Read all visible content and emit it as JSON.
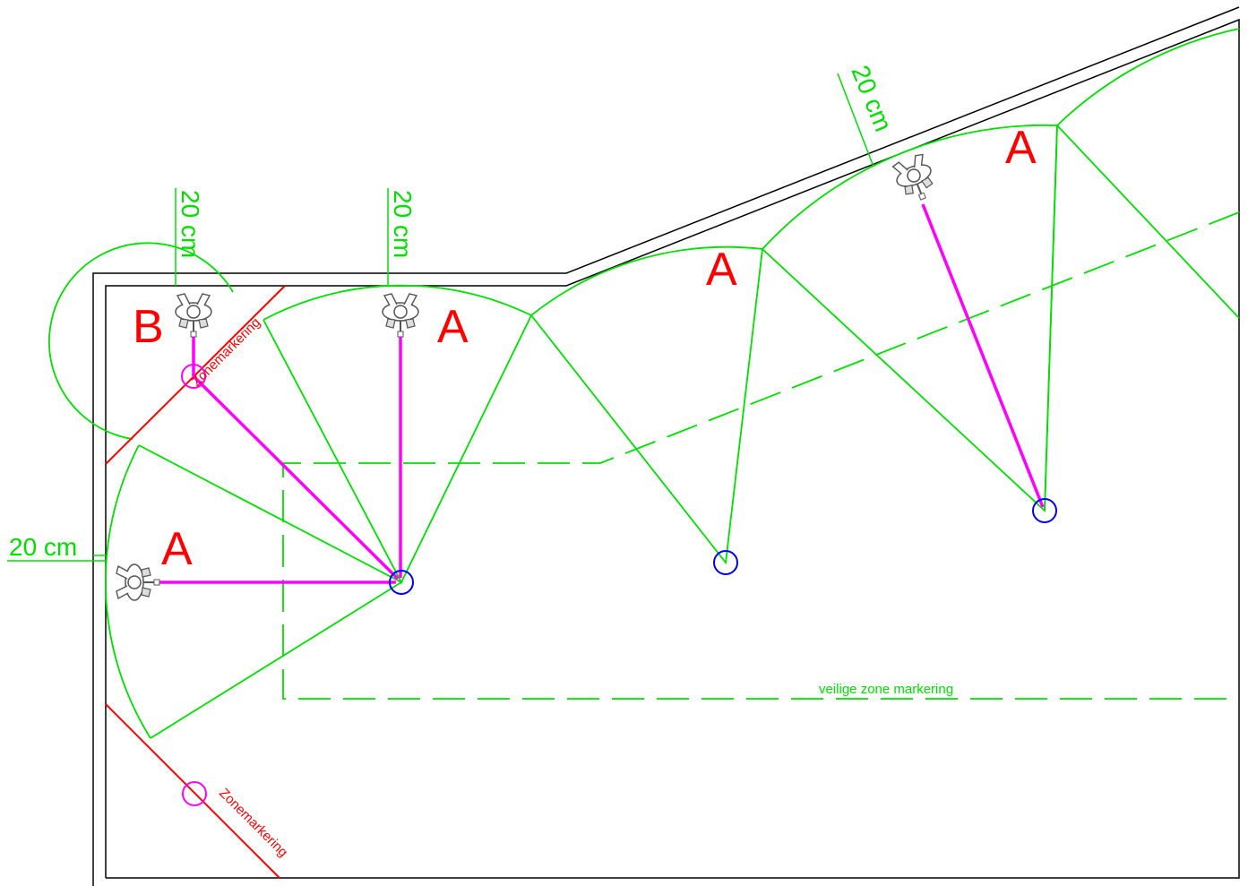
{
  "labels": {
    "zone_a": "A",
    "zone_b": "B",
    "dimension": "20 cm",
    "zone_marking": "Zonemarkering",
    "safe_zone_marking": "veilige zone markering"
  },
  "colors": {
    "wall": "#000000",
    "coverage": "#00e000",
    "path": "#ff00ff",
    "pivot": "#0000ee",
    "zone_line": "#ff0000",
    "person": "#555555"
  },
  "icons": {
    "person": "person-topview-icon",
    "pivot": "pivot-circle-icon",
    "dimension_arrow": "dimension-arrow-icon"
  }
}
